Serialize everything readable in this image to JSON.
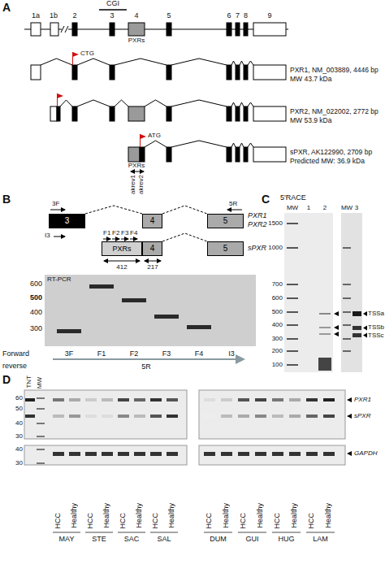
{
  "diagram": {
    "nodes": [
      {
        "text": [
          "3"
        ]
      },
      {
        "text": [
          "4"
        ]
      },
      {
        "text": [
          "5"
        ]
      },
      {
        "text": [
          "PXRs"
        ]
      },
      {
        "text": [
          "4"
        ]
      },
      {
        "text": [
          "5"
        ]
      }
    ],
    "edges": [
      {
        "from": 0,
        "to": 1,
        "arrow": "none"
      },
      {
        "from": 1,
        "to": 2,
        "arrow": "none"
      },
      {
        "from": 4,
        "to": 5,
        "arrow": "none"
      }
    ],
    "labels": [
      "A",
      "1a",
      "1b",
      "2",
      "3",
      "4",
      "5",
      "6",
      "7",
      "8",
      "9",
      "CGI",
      "PXRs",
      "CTG",
      "PXR1, NM_003889, 4446 bp",
      "MW 43.7 kDa",
      "PXR2, NM_022002, 2772 bp",
      "MW 53.9 kDa",
      "ATG",
      "sPXR, AK122990, 2709 bp",
      "Predicted MW: 36.9 kDa",
      "PXRs",
      "akrev1",
      "akrev2",
      "B",
      "3F",
      "5R",
      "PXR1",
      "PXR2",
      "I3",
      "F1",
      "F2",
      "F3",
      "F4",
      "sPXR",
      "412",
      "217",
      "RT-PCR",
      "600",
      "500",
      "400",
      "300",
      "3F",
      "F1",
      "F2",
      "F3",
      "F4",
      "I3",
      "Forward",
      "reverse",
      "5R",
      "C",
      "5'RACE",
      "MW",
      "1",
      "2",
      "MW",
      "3",
      "1500",
      "1000",
      "700",
      "600",
      "500",
      "400",
      "300",
      "200",
      "100",
      "TSSa",
      "TSSb",
      "TSSc",
      "D",
      "TNT",
      "MW",
      "60",
      "50",
      "40",
      "30",
      "40",
      "30",
      "PXR1",
      "sPXR",
      "GAPDH",
      "HCC",
      "Healthy",
      "HCC",
      "Healthy",
      "HCC",
      "Healthy",
      "HCC",
      "Healthy",
      "HCC",
      "Healthy",
      "HCC",
      "Healthy",
      "HCC",
      "Healthy",
      "HCC",
      "Healthy",
      "MAY",
      "STE",
      "SAC",
      "SAL",
      "DUM",
      "GUI",
      "HUG",
      "LAM"
    ]
  }
}
